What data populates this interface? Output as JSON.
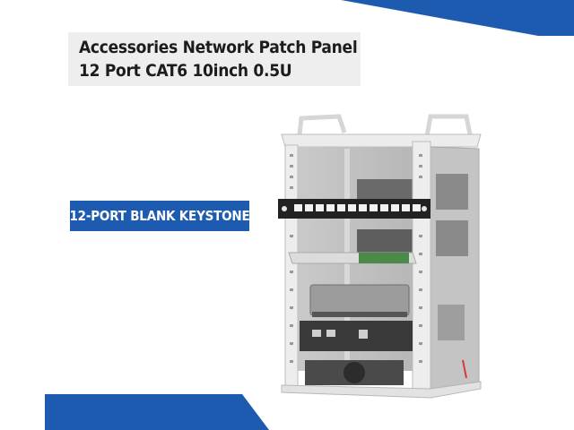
{
  "product": {
    "title_line_1": "Accessories Network Patch Panel",
    "title_line_2": "12 Port CAT6 10inch 0.5U"
  },
  "badge": {
    "label": "12-PORT BLANK KEYSTONE"
  },
  "colors": {
    "brand_blue": "#1d5bb0",
    "title_background": "#eeeeee",
    "rack_frame": "#e4e4e4",
    "rack_panel": "#b7b7b7",
    "patch_panel": "#222222"
  },
  "image": {
    "subject": "rack-with-patch-panel"
  }
}
